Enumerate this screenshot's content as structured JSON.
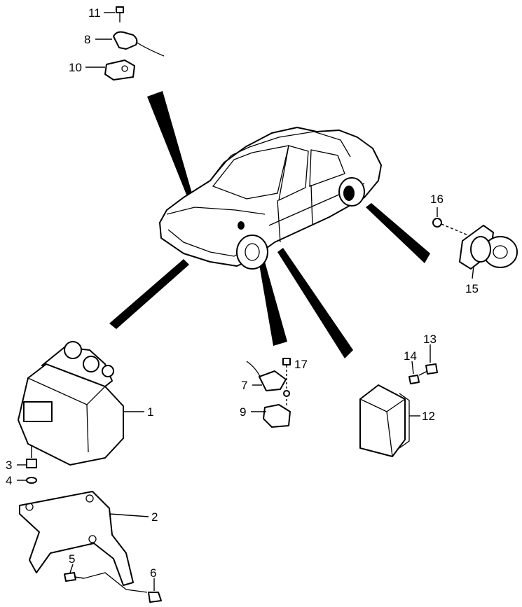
{
  "callouts": {
    "p1": "1",
    "p2": "2",
    "p3": "3",
    "p4": "4",
    "p5": "5",
    "p6": "6",
    "p7": "7",
    "p8": "8",
    "p9": "9",
    "p10": "10",
    "p11": "11",
    "p12": "12",
    "p13": "13",
    "p14": "14",
    "p15": "15",
    "p16": "16",
    "p17": "17"
  },
  "icons": {
    "vehicle": "sedan-icon",
    "abs_unit": "hydraulic-modulator-icon",
    "control_module": "control-module-icon",
    "wheel_hub": "wheel-hub-icon"
  },
  "colors": {
    "ink": "#000000",
    "background": "#ffffff"
  }
}
